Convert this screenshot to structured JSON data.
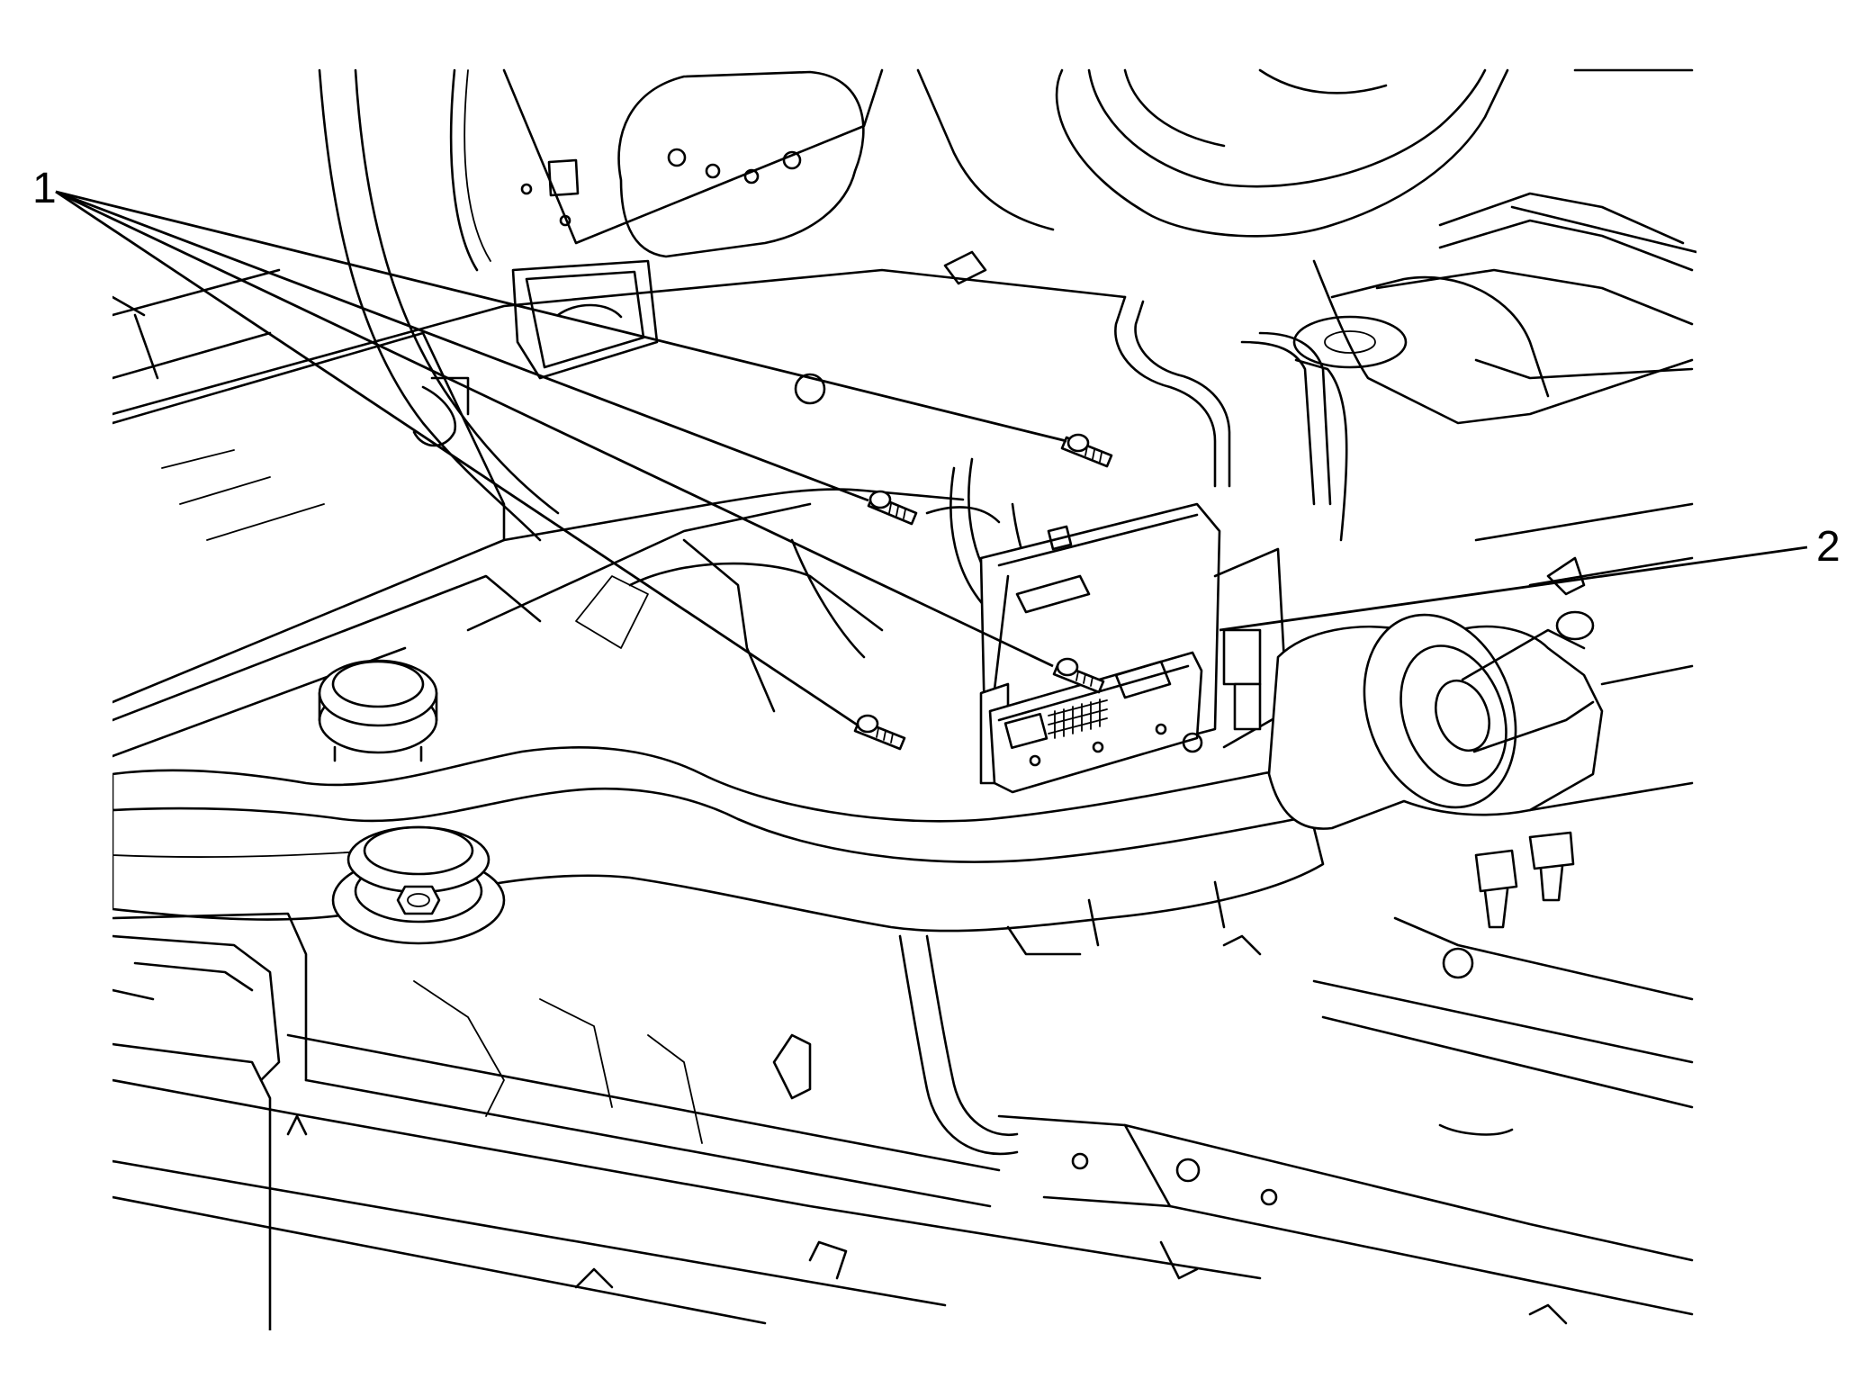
{
  "callouts": [
    {
      "id": "1",
      "label": "1"
    },
    {
      "id": "2",
      "label": "2"
    }
  ],
  "parts": [
    {
      "callout": "1",
      "icon": "bolt-icon",
      "count": 4
    },
    {
      "callout": "2",
      "icon": "control-module-icon",
      "count": 1
    }
  ]
}
